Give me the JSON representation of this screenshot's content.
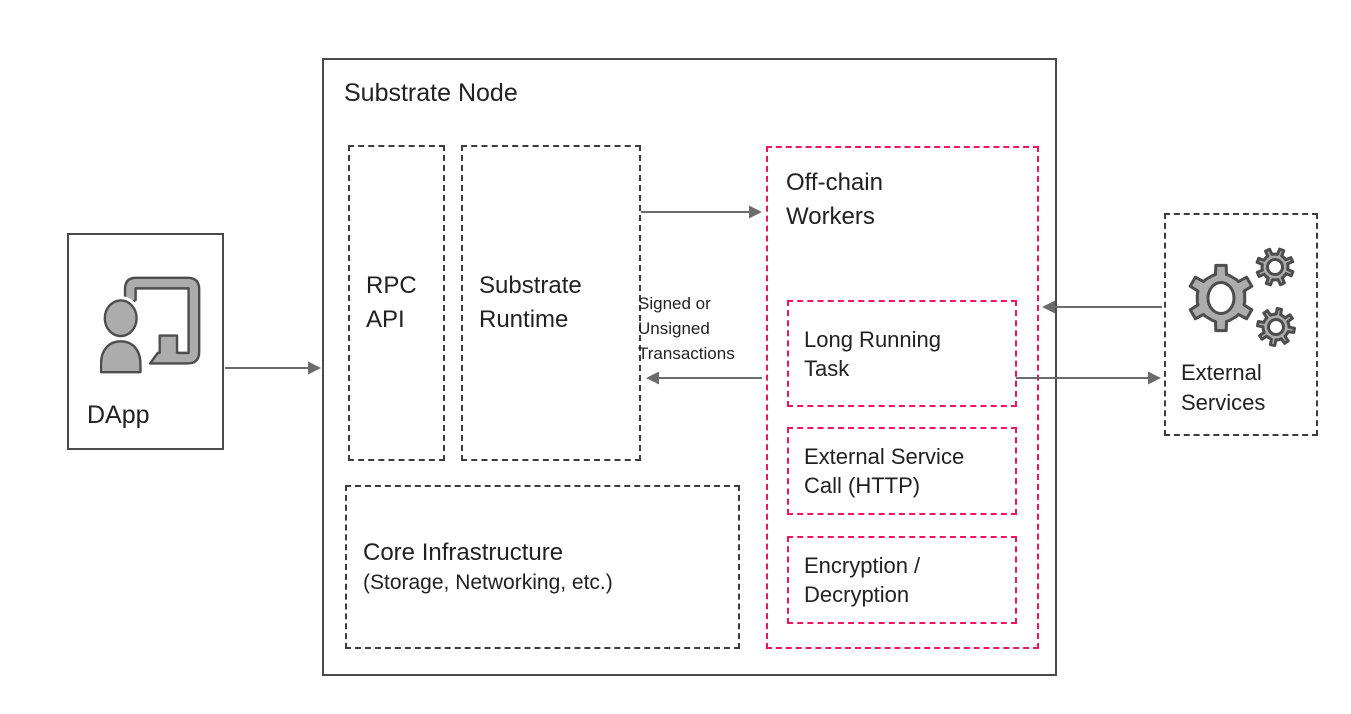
{
  "title": "Substrate Node",
  "nodes": {
    "dapp": {
      "label": "DApp",
      "icon": "person-presenting-icon"
    },
    "rpc_api": {
      "line1": "RPC",
      "line2": "API"
    },
    "substrate_runtime": {
      "line1": "Substrate",
      "line2": "Runtime"
    },
    "offchain_workers": {
      "line1": "Off-chain",
      "line2": "Workers"
    },
    "long_running_task": {
      "line1": "Long Running",
      "line2": "Task"
    },
    "external_service_call": {
      "line1": "External Service",
      "line2": "Call (HTTP)"
    },
    "encryption_decryption": {
      "line1": "Encryption /",
      "line2": "Decryption"
    },
    "core_infrastructure": {
      "title": "Core Infrastructure",
      "subtitle": "(Storage, Networking, etc.)"
    },
    "external_services": {
      "line1": "External",
      "line2": "Services",
      "icon": "gears-icon"
    }
  },
  "edges": [
    {
      "from": "DApp",
      "to": "Substrate Node",
      "label": ""
    },
    {
      "from": "Substrate Runtime",
      "to": "Off-chain Workers",
      "label": ""
    },
    {
      "from": "Off-chain Workers",
      "to": "Substrate Runtime",
      "label": "Signed or Unsigned Transactions"
    },
    {
      "from": "External Services",
      "to": "Off-chain Workers",
      "label": ""
    },
    {
      "from": "Long Running Task",
      "to": "External Services",
      "label": ""
    }
  ],
  "colors": {
    "accent_pink": "#ED1563",
    "border_dark": "#3C3C3C",
    "outer_border": "#4A4A4A",
    "arrow_gray": "#6B6B6B",
    "icon_fill": "#ACACAC",
    "icon_stroke": "#4D4D4D",
    "text": "#212121",
    "background": "#FFFFFF"
  }
}
